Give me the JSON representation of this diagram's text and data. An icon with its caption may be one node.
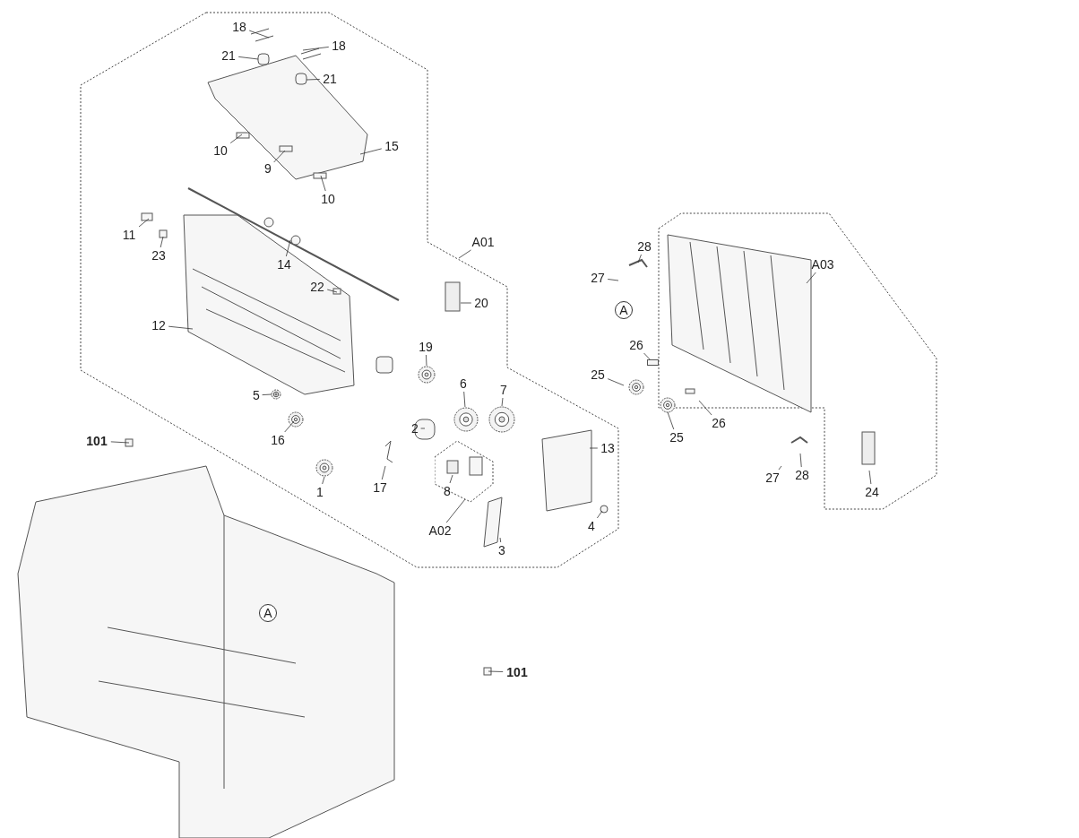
{
  "diagram": {
    "nodes": [
      {
        "text": [
          "18"
        ]
      },
      {
        "text": [
          "18"
        ]
      },
      {
        "text": [
          "21"
        ]
      },
      {
        "text": [
          "21"
        ]
      },
      {
        "text": [
          "10"
        ]
      },
      {
        "text": [
          "9"
        ]
      },
      {
        "text": [
          "15"
        ]
      },
      {
        "text": [
          "10"
        ]
      },
      {
        "text": [
          "11"
        ]
      },
      {
        "text": [
          "23"
        ]
      },
      {
        "text": [
          "14"
        ]
      },
      {
        "text": [
          "22"
        ]
      },
      {
        "text": [
          "20"
        ]
      },
      {
        "text": [
          "12"
        ]
      },
      {
        "text": [
          "19"
        ]
      },
      {
        "text": [
          "A01"
        ]
      },
      {
        "text": [
          "A"
        ]
      },
      {
        "text": [
          "28"
        ]
      },
      {
        "text": [
          "27"
        ]
      },
      {
        "text": [
          "A03"
        ]
      },
      {
        "text": [
          "26"
        ]
      },
      {
        "text": [],
        "shape": "box"
      },
      {
        "text": [
          "25"
        ]
      },
      {
        "text": [
          "26"
        ]
      },
      {
        "text": [
          "25"
        ]
      },
      {
        "text": [
          "6"
        ]
      },
      {
        "text": [],
        "shape": "circle"
      },
      {
        "text": [
          "7"
        ]
      },
      {
        "text": [
          "5"
        ]
      },
      {
        "text": [
          "16"
        ]
      },
      {
        "text": [
          "2"
        ]
      },
      {
        "text": [
          "13"
        ]
      },
      {
        "text": [
          "101"
        ]
      },
      {
        "text": [
          "27"
        ]
      },
      {
        "text": [
          "28"
        ]
      },
      {
        "text": [
          "24"
        ]
      },
      {
        "text": [],
        "shape": "hexagon"
      },
      {
        "text": [
          "8"
        ],
        "in": 36
      },
      {
        "text": [
          "1"
        ]
      },
      {
        "text": [
          "17"
        ]
      },
      {
        "text": [
          "A02"
        ]
      },
      {
        "text": [
          "3"
        ]
      },
      {
        "text": [
          "4"
        ]
      },
      {
        "text": [
          "A"
        ]
      },
      {
        "text": [
          "101"
        ]
      }
    ],
    "edges": [
      {
        "from": 0,
        "to": null,
        "arrow": "none"
      },
      {
        "from": 1,
        "to": null,
        "arrow": "none"
      },
      {
        "from": 2,
        "to": null,
        "arrow": "none"
      },
      {
        "from": 3,
        "to": null,
        "arrow": "none"
      },
      {
        "from": 4,
        "to": null,
        "arrow": "none"
      },
      {
        "from": 5,
        "to": null,
        "arrow": "none"
      },
      {
        "from": 6,
        "to": null,
        "arrow": "none"
      },
      {
        "from": 7,
        "to": null,
        "arrow": "none"
      },
      {
        "from": 8,
        "to": null,
        "arrow": "none"
      },
      {
        "from": 9,
        "to": null,
        "arrow": "none"
      },
      {
        "from": 10,
        "to": null,
        "arrow": "none"
      },
      {
        "from": 11,
        "to": null,
        "arrow": "none"
      },
      {
        "from": 12,
        "to": null,
        "arrow": "none"
      },
      {
        "from": 13,
        "to": null,
        "arrow": "none"
      },
      {
        "from": 14,
        "to": null,
        "arrow": "none"
      },
      {
        "from": 15,
        "to": null,
        "arrow": "none"
      },
      {
        "from": 17,
        "to": null,
        "arrow": "none"
      },
      {
        "from": 18,
        "to": null,
        "arrow": "none"
      },
      {
        "from": 19,
        "to": null,
        "arrow": "none"
      },
      {
        "from": 20,
        "to": 21,
        "arrow": "none"
      },
      {
        "from": 22,
        "to": null,
        "arrow": "none"
      },
      {
        "from": 23,
        "to": null,
        "arrow": "none"
      },
      {
        "from": 24,
        "to": null,
        "arrow": "none"
      },
      {
        "from": 25,
        "to": 26,
        "arrow": "none"
      },
      {
        "from": 27,
        "to": null,
        "arrow": "none"
      },
      {
        "from": 28,
        "to": null,
        "arrow": "none"
      },
      {
        "from": 29,
        "to": null,
        "arrow": "none"
      },
      {
        "from": 30,
        "to": null,
        "arrow": "none"
      },
      {
        "from": 31,
        "to": null,
        "arrow": "none"
      },
      {
        "from": 32,
        "to": null,
        "arrow": "none"
      },
      {
        "from": 33,
        "to": null,
        "arrow": "none"
      },
      {
        "from": 34,
        "to": null,
        "arrow": "none"
      },
      {
        "from": 35,
        "to": null,
        "arrow": "none"
      },
      {
        "from": 37,
        "to": null,
        "arrow": "none"
      },
      {
        "from": 38,
        "to": null,
        "arrow": "none"
      },
      {
        "from": 39,
        "to": null,
        "arrow": "none"
      },
      {
        "from": 40,
        "to": 36,
        "arrow": "none"
      },
      {
        "from": 41,
        "to": null,
        "arrow": "none"
      },
      {
        "from": 42,
        "to": null,
        "arrow": "none"
      },
      {
        "from": 44,
        "to": null,
        "arrow": "none"
      }
    ]
  }
}
